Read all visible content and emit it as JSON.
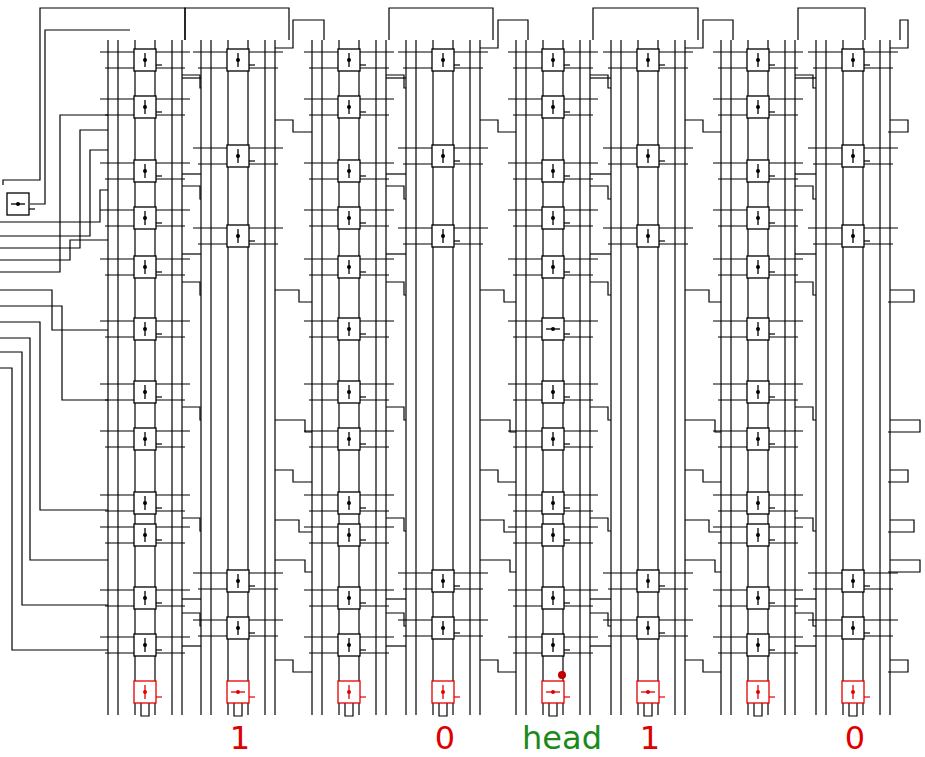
{
  "diagram": {
    "labels": [
      "1",
      "0",
      "head",
      "1",
      "0"
    ]
  }
}
